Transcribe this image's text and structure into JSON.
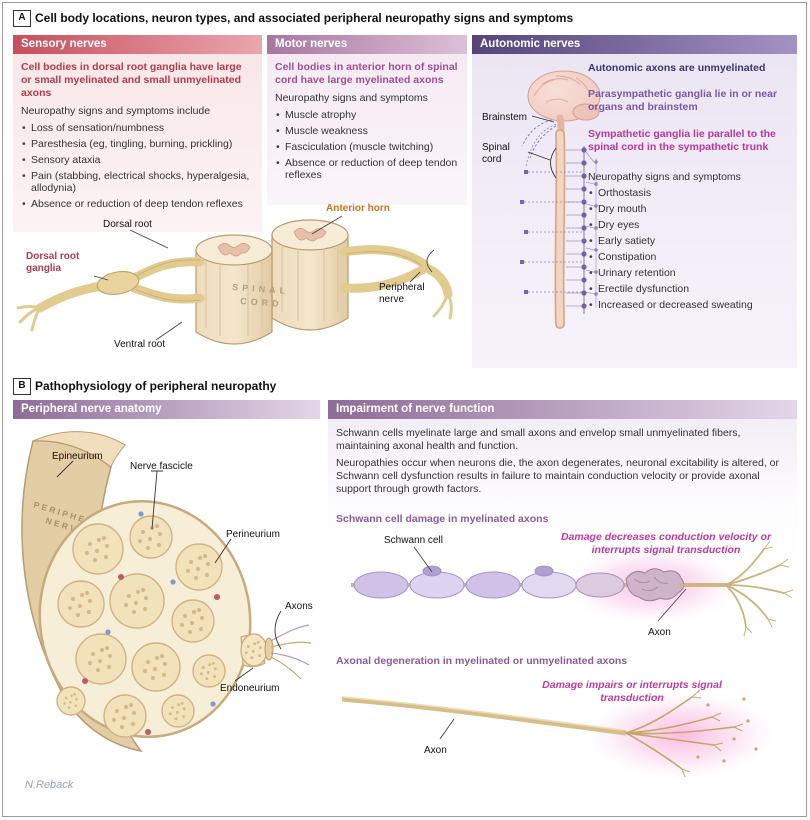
{
  "colors": {
    "sensory_red": "#b13c4a",
    "motor_purple": "#9d4f96",
    "autonomic_dark_purple": "#3a3473",
    "parasympathetic_purple": "#7a58a8",
    "sympathetic_magenta": "#b8379c",
    "damage_magenta": "#c13a9e",
    "anterior_horn_orange": "#c8741f"
  },
  "panel_a": {
    "label": "A",
    "title": "Cell body locations, neuron types, and associated peripheral neuropathy signs and symptoms",
    "sensory": {
      "header": "Sensory nerves",
      "highlight": "Cell bodies in dorsal root ganglia have large or small myelinated and small unmyelinated axons",
      "intro": "Neuropathy signs and symptoms include",
      "bullets": [
        "Loss of sensation/numbness",
        "Paresthesia (eg, tingling, burning, prickling)",
        "Sensory ataxia",
        "Pain (stabbing, electrical shocks, hyperalgesia, allodynia)",
        "Absence or reduction of deep tendon reflexes"
      ]
    },
    "motor": {
      "header": "Motor nerves",
      "highlight": "Cell bodies in anterior horn of spinal cord have large myelinated axons",
      "intro": "Neuropathy signs and symptoms",
      "bullets": [
        "Muscle atrophy",
        "Muscle weakness",
        "Fasciculation (muscle twitching)",
        "Absence or reduction of deep tendon reflexes"
      ]
    },
    "autonomic": {
      "header": "Autonomic nerves",
      "highlight": "Autonomic axons are unmyelinated",
      "parasympathetic": "Parasympathetic ganglia lie in or near organs and brainstem",
      "sympathetic": "Sympathetic ganglia lie parallel to the spinal cord in the sympathetic trunk",
      "intro": "Neuropathy signs and symptoms",
      "bullets": [
        "Orthostasis",
        "Dry mouth",
        "Dry eyes",
        "Early satiety",
        "Constipation",
        "Urinary retention",
        "Erectile dysfunction",
        "Increased or decreased sweating"
      ],
      "brainstem_label": "Brainstem",
      "spinal_cord_label": "Spinal cord"
    },
    "illustration": {
      "dorsal_root": "Dorsal root",
      "dorsal_root_ganglia": "Dorsal root ganglia",
      "ventral_root": "Ventral root",
      "peripheral_nerve": "Peripheral nerve",
      "anterior_horn": "Anterior horn",
      "cord_text_line1": "SPINAL",
      "cord_text_line2": "CORD"
    }
  },
  "panel_b": {
    "label": "B",
    "title": "Pathophysiology of peripheral neuropathy",
    "anatomy": {
      "header": "Peripheral nerve anatomy",
      "labels": {
        "epineurium": "Epineurium",
        "nerve_fascicle": "Nerve fascicle",
        "perineurium": "Perineurium",
        "axons": "Axons",
        "endoneurium": "Endoneurium",
        "nerve_text_line1": "PERIPHERAL",
        "nerve_text_line2": "NERVE"
      },
      "signature": "N.Reback"
    },
    "impairment": {
      "header": "Impairment of nerve function",
      "para1": "Schwann cells myelinate large and small axons and envelop small unmyelinated fibers, maintaining axonal health and function.",
      "para2": "Neuropathies occur when neurons die, the axon degenerates, neuronal excitability is altered, or Schwann cell dysfunction results in failure to maintain conduction velocity or provide axonal support through growth factors.",
      "schwann_section": {
        "heading": "Schwann cell damage in myelinated axons",
        "schwann_cell_label": "Schwann cell",
        "axon_label": "Axon",
        "damage_note": "Damage decreases conduction velocity or interrupts signal transduction"
      },
      "axonal_section": {
        "heading": "Axonal degeneration in myelinated or unmyelinated axons",
        "axon_label": "Axon",
        "damage_note": "Damage impairs or interrupts signal transduction"
      }
    }
  }
}
